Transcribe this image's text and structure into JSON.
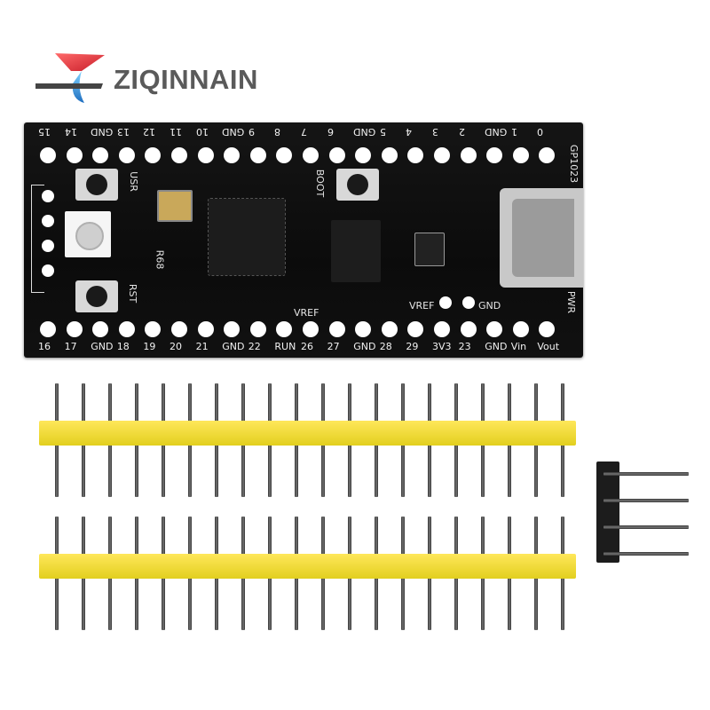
{
  "brand": {
    "name": "ZIQINNAIN"
  },
  "board": {
    "top_pins": [
      "15",
      "14",
      "GND",
      "13",
      "12",
      "11",
      "10",
      "GND",
      "9",
      "8",
      "7",
      "6",
      "GND",
      "5",
      "4",
      "3",
      "2",
      "GND",
      "1",
      "0"
    ],
    "bottom_pins": [
      "16",
      "17",
      "GND",
      "18",
      "19",
      "20",
      "21",
      "GND",
      "22",
      "RUN",
      "26",
      "27",
      "GND",
      "28",
      "29",
      "3V3",
      "23",
      "GND",
      "Vin",
      "Vout"
    ],
    "silk": {
      "usr": "USR",
      "rst": "RST",
      "boot": "BOOT",
      "r68": "R68",
      "vref_left": "VREF",
      "vref_right": "VREF",
      "gnd": "GND",
      "pwr": "PWR",
      "gp": "GP1023"
    }
  },
  "colors": {
    "board": "#111111",
    "header_plastic": "#f0dc2e",
    "pins": "#555555",
    "logo_red": "#d9342b",
    "logo_blue": "#2b8fd9"
  }
}
